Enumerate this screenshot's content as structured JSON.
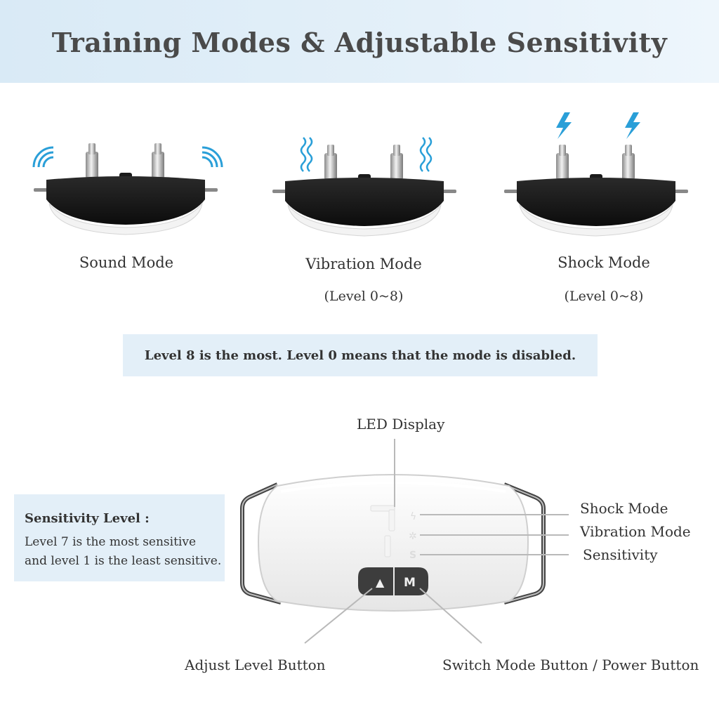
{
  "header": {
    "title": "Training Modes & Adjustable Sensitivity"
  },
  "modes": [
    {
      "label": "Sound Mode",
      "sub": "",
      "icon": "sound-waves-icon"
    },
    {
      "label": "Vibration Mode",
      "sub": "(Level 0~8)",
      "icon": "vibration-waves-icon"
    },
    {
      "label": "Shock Mode",
      "sub": "(Level 0~8)",
      "icon": "lightning-bolt-icon"
    }
  ],
  "note": "Level 8 is the most. Level 0 means that the mode is disabled.",
  "sensitivity": {
    "title": "Sensitivity Level :",
    "line1": "Level 7 is the most sensitive",
    "line2": "and level 1 is the least sensitive."
  },
  "receiver": {
    "display_value": "7",
    "indicator_shock": "ϟ",
    "indicator_vibration": "✲",
    "indicator_sensitivity": "S",
    "button_adjust_symbol": "▲",
    "button_mode_symbol": "M"
  },
  "callouts": {
    "led_display": "LED Display",
    "shock_mode": "Shock Mode",
    "vibration_mode": "Vibration Mode",
    "sensitivity": "Sensitivity",
    "adjust_level_button": "Adjust Level Button",
    "switch_mode_button": "Switch Mode Button / Power Button"
  },
  "colors": {
    "accent_blue": "#2a9fd8",
    "banner_bg": "#dbeaf6",
    "box_bg": "#e3eff8",
    "device_body": "#141414",
    "receiver_body": "#f4f4f4"
  }
}
